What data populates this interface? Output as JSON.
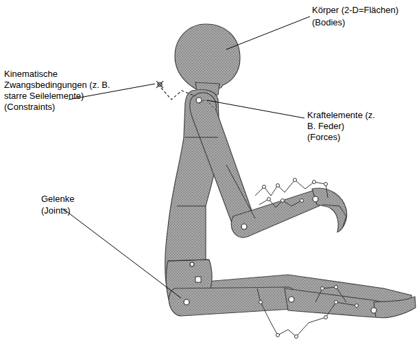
{
  "diagram": {
    "labels": [
      "Körper (2-D=Flächen)",
      "(Bodies)",
      "Kinematische Zwangsbedingungen (z. B. starre Seilelemente)",
      "(Constraints)",
      "Kraftelemente (z. B. Feder)",
      "(Forces)",
      "Gelenke",
      "(Joints)"
    ]
  }
}
